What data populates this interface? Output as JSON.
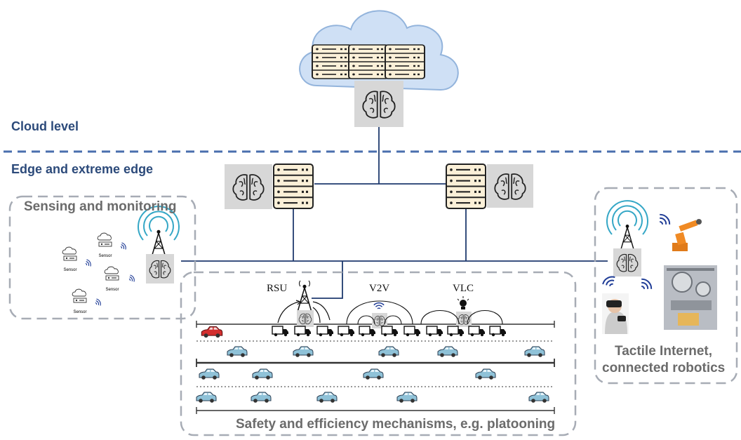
{
  "levels": {
    "cloud": "Cloud level",
    "edge": "Edge and extreme edge"
  },
  "groups": {
    "sensing": "Sensing and monitoring",
    "tactile_line1": "Tactile Internet,",
    "tactile_line2": "connected robotics",
    "safety": "Safety and efficiency mechanisms, e.g. platooning"
  },
  "mechanisms": {
    "rsu": "RSU",
    "v2v": "V2V",
    "vlc": "VLC"
  },
  "sensor_label": "Sensor",
  "colors": {
    "level_text": "#2c4a7a",
    "separator": "#4a6fae",
    "link": "#1f3a6e",
    "group_border": "#a7acb5",
    "cloud_fill": "#cfe0f5",
    "server_fill": "#fbf0d8",
    "brain_box": "#d7d7d7",
    "wifi": "#1f3c96",
    "antenna": "#35a7c6",
    "car_blue": "#8fc2d8",
    "car_red": "#d32f2f"
  },
  "icons": [
    "cloud-icon",
    "server-icon",
    "brain-icon",
    "antenna-tower-icon",
    "sensor-icon",
    "wifi-icon",
    "truck-icon",
    "car-icon",
    "lightbulb-icon",
    "robot-arm-icon",
    "vr-user-icon"
  ]
}
